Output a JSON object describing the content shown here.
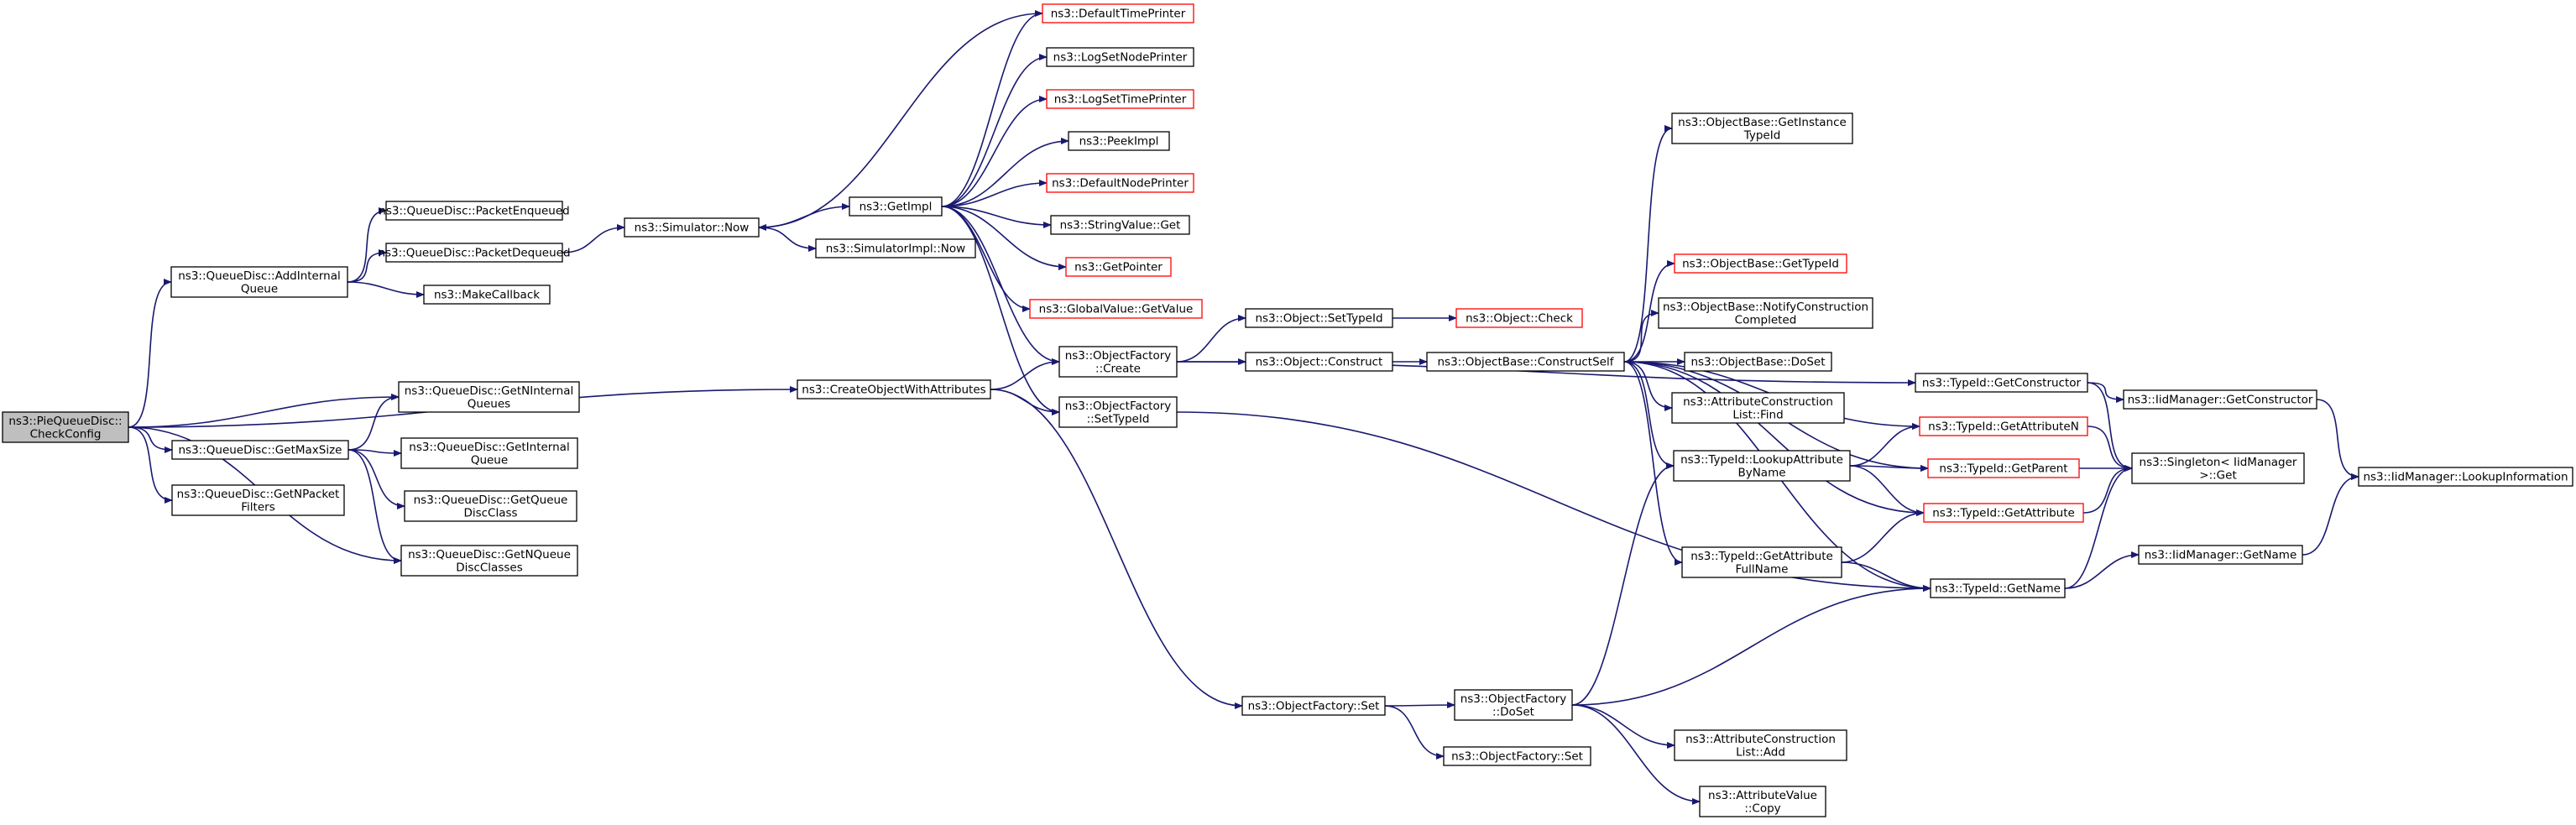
{
  "graph": {
    "nodes": [
      {
        "id": "root",
        "lines": [
          "ns3::PieQueueDisc::",
          "CheckConfig"
        ],
        "style": "root"
      },
      {
        "id": "addInternalQueue",
        "lines": [
          "ns3::QueueDisc::AddInternal",
          "Queue"
        ],
        "style": "normal"
      },
      {
        "id": "packetEnqueued",
        "lines": [
          "ns3::QueueDisc::PacketEnqueued"
        ],
        "style": "normal"
      },
      {
        "id": "packetDequeued",
        "lines": [
          "ns3::QueueDisc::PacketDequeued"
        ],
        "style": "normal"
      },
      {
        "id": "makeCallback",
        "lines": [
          "ns3::MakeCallback"
        ],
        "style": "normal"
      },
      {
        "id": "simNow",
        "lines": [
          "ns3::Simulator::Now"
        ],
        "style": "normal"
      },
      {
        "id": "simImplNow",
        "lines": [
          "ns3::SimulatorImpl::Now"
        ],
        "style": "normal"
      },
      {
        "id": "getImpl",
        "lines": [
          "ns3::GetImpl"
        ],
        "style": "normal"
      },
      {
        "id": "defaultTimePrinter",
        "lines": [
          "ns3::DefaultTimePrinter"
        ],
        "style": "red"
      },
      {
        "id": "logSetNodePrinter",
        "lines": [
          "ns3::LogSetNodePrinter"
        ],
        "style": "normal"
      },
      {
        "id": "logSetTimePrinter",
        "lines": [
          "ns3::LogSetTimePrinter"
        ],
        "style": "red"
      },
      {
        "id": "peekImpl",
        "lines": [
          "ns3::PeekImpl"
        ],
        "style": "normal"
      },
      {
        "id": "defaultNodePrinter",
        "lines": [
          "ns3::DefaultNodePrinter"
        ],
        "style": "red"
      },
      {
        "id": "stringValueGet",
        "lines": [
          "ns3::StringValue::Get"
        ],
        "style": "normal"
      },
      {
        "id": "getPointer",
        "lines": [
          "ns3::GetPointer"
        ],
        "style": "red"
      },
      {
        "id": "globalValueGetValue",
        "lines": [
          "ns3::GlobalValue::GetValue"
        ],
        "style": "red"
      },
      {
        "id": "objFactoryCreate",
        "lines": [
          "ns3::ObjectFactory",
          "::Create"
        ],
        "style": "normal"
      },
      {
        "id": "objFactorySetTypeId",
        "lines": [
          "ns3::ObjectFactory",
          "::SetTypeId"
        ],
        "style": "normal"
      },
      {
        "id": "createObjWithAttrs",
        "lines": [
          "ns3::CreateObjectWithAttributes"
        ],
        "style": "normal"
      },
      {
        "id": "getNInternalQueues",
        "lines": [
          "ns3::QueueDisc::GetNInternal",
          "Queues"
        ],
        "style": "normal"
      },
      {
        "id": "getMaxSize",
        "lines": [
          "ns3::QueueDisc::GetMaxSize"
        ],
        "style": "normal"
      },
      {
        "id": "getInternalQueue",
        "lines": [
          "ns3::QueueDisc::GetInternal",
          "Queue"
        ],
        "style": "normal"
      },
      {
        "id": "getQueueDiscClass",
        "lines": [
          "ns3::QueueDisc::GetQueue",
          "DiscClass"
        ],
        "style": "normal"
      },
      {
        "id": "getNPacketFilters",
        "lines": [
          "ns3::QueueDisc::GetNPacket",
          "Filters"
        ],
        "style": "normal"
      },
      {
        "id": "getNQueueDiscClasses",
        "lines": [
          "ns3::QueueDisc::GetNQueue",
          "DiscClasses"
        ],
        "style": "normal"
      },
      {
        "id": "objectSetTypeId",
        "lines": [
          "ns3::Object::SetTypeId"
        ],
        "style": "normal"
      },
      {
        "id": "objectConstruct",
        "lines": [
          "ns3::Object::Construct"
        ],
        "style": "normal"
      },
      {
        "id": "objectCheck",
        "lines": [
          "ns3::Object::Check"
        ],
        "style": "red"
      },
      {
        "id": "constructSelf",
        "lines": [
          "ns3::ObjectBase::ConstructSelf"
        ],
        "style": "normal"
      },
      {
        "id": "getInstanceTypeId",
        "lines": [
          "ns3::ObjectBase::GetInstance",
          "TypeId"
        ],
        "style": "normal"
      },
      {
        "id": "objBaseGetTypeId",
        "lines": [
          "ns3::ObjectBase::GetTypeId"
        ],
        "style": "red"
      },
      {
        "id": "notifyConstructionCompleted",
        "lines": [
          "ns3::ObjectBase::NotifyConstruction",
          "Completed"
        ],
        "style": "normal"
      },
      {
        "id": "objBaseDoSet",
        "lines": [
          "ns3::ObjectBase::DoSet"
        ],
        "style": "normal"
      },
      {
        "id": "attrConstructionListFind",
        "lines": [
          "ns3::AttributeConstruction",
          "List::Find"
        ],
        "style": "normal"
      },
      {
        "id": "typeIdGetConstructor",
        "lines": [
          "ns3::TypeId::GetConstructor"
        ],
        "style": "normal"
      },
      {
        "id": "typeIdGetAttributeN",
        "lines": [
          "ns3::TypeId::GetAttributeN"
        ],
        "style": "red"
      },
      {
        "id": "typeIdGetParent",
        "lines": [
          "ns3::TypeId::GetParent"
        ],
        "style": "red"
      },
      {
        "id": "typeIdGetAttribute",
        "lines": [
          "ns3::TypeId::GetAttribute"
        ],
        "style": "red"
      },
      {
        "id": "lookupAttributeByName",
        "lines": [
          "ns3::TypeId::LookupAttribute",
          "ByName"
        ],
        "style": "normal"
      },
      {
        "id": "getAttributeFullName",
        "lines": [
          "ns3::TypeId::GetAttribute",
          "FullName"
        ],
        "style": "normal"
      },
      {
        "id": "typeIdGetName",
        "lines": [
          "ns3::TypeId::GetName"
        ],
        "style": "normal"
      },
      {
        "id": "iidMgrGetConstructor",
        "lines": [
          "ns3::IidManager::GetConstructor"
        ],
        "style": "normal"
      },
      {
        "id": "singletonGet",
        "lines": [
          "ns3::Singleton< IidManager",
          " >::Get"
        ],
        "style": "normal"
      },
      {
        "id": "iidMgrGetName",
        "lines": [
          "ns3::IidManager::GetName"
        ],
        "style": "normal"
      },
      {
        "id": "lookupInformation",
        "lines": [
          "ns3::IidManager::LookupInformation"
        ],
        "style": "normal"
      },
      {
        "id": "objFactorySet",
        "lines": [
          "ns3::ObjectFactory::Set"
        ],
        "style": "normal"
      },
      {
        "id": "objFactorySet2",
        "lines": [
          "ns3::ObjectFactory::Set"
        ],
        "style": "normal"
      },
      {
        "id": "objFactoryDoSet",
        "lines": [
          "ns3::ObjectFactory",
          "::DoSet"
        ],
        "style": "normal"
      },
      {
        "id": "attrConstructionListAdd",
        "lines": [
          "ns3::AttributeConstruction",
          "List::Add"
        ],
        "style": "normal"
      },
      {
        "id": "attributeValueCopy",
        "lines": [
          "ns3::AttributeValue",
          "::Copy"
        ],
        "style": "normal"
      }
    ],
    "edges": [
      [
        "root",
        "addInternalQueue"
      ],
      [
        "root",
        "createObjWithAttrs"
      ],
      [
        "root",
        "getNInternalQueues"
      ],
      [
        "root",
        "getMaxSize"
      ],
      [
        "root",
        "getNPacketFilters"
      ],
      [
        "root",
        "getNQueueDiscClasses"
      ],
      [
        "addInternalQueue",
        "packetEnqueued"
      ],
      [
        "addInternalQueue",
        "packetDequeued"
      ],
      [
        "addInternalQueue",
        "makeCallback"
      ],
      [
        "packetDequeued",
        "simNow"
      ],
      [
        "simNow",
        "getImpl"
      ],
      [
        "simNow",
        "simImplNow"
      ],
      [
        "getImpl",
        "defaultTimePrinter"
      ],
      [
        "getImpl",
        "logSetNodePrinter"
      ],
      [
        "getImpl",
        "logSetTimePrinter"
      ],
      [
        "getImpl",
        "peekImpl"
      ],
      [
        "getImpl",
        "defaultNodePrinter"
      ],
      [
        "getImpl",
        "stringValueGet"
      ],
      [
        "getImpl",
        "getPointer"
      ],
      [
        "getImpl",
        "globalValueGetValue"
      ],
      [
        "getImpl",
        "objFactoryCreate"
      ],
      [
        "getImpl",
        "objFactorySetTypeId"
      ],
      [
        "defaultTimePrinter",
        "simNow"
      ],
      [
        "createObjWithAttrs",
        "objFactoryCreate"
      ],
      [
        "createObjWithAttrs",
        "objFactorySetTypeId"
      ],
      [
        "createObjWithAttrs",
        "objFactorySet"
      ],
      [
        "getMaxSize",
        "getNInternalQueues"
      ],
      [
        "getMaxSize",
        "getInternalQueue"
      ],
      [
        "getMaxSize",
        "getQueueDiscClass"
      ],
      [
        "getMaxSize",
        "getNQueueDiscClasses"
      ],
      [
        "objFactoryCreate",
        "objectSetTypeId"
      ],
      [
        "objFactoryCreate",
        "objectConstruct"
      ],
      [
        "objFactoryCreate",
        "typeIdGetConstructor"
      ],
      [
        "objFactorySetTypeId",
        "typeIdGetName"
      ],
      [
        "objectSetTypeId",
        "objectCheck"
      ],
      [
        "objectConstruct",
        "constructSelf"
      ],
      [
        "constructSelf",
        "getInstanceTypeId"
      ],
      [
        "constructSelf",
        "objBaseGetTypeId"
      ],
      [
        "constructSelf",
        "notifyConstructionCompleted"
      ],
      [
        "constructSelf",
        "objBaseDoSet"
      ],
      [
        "constructSelf",
        "attrConstructionListFind"
      ],
      [
        "constructSelf",
        "typeIdGetAttributeN"
      ],
      [
        "constructSelf",
        "typeIdGetParent"
      ],
      [
        "constructSelf",
        "typeIdGetAttribute"
      ],
      [
        "constructSelf",
        "lookupAttributeByName"
      ],
      [
        "constructSelf",
        "getAttributeFullName"
      ],
      [
        "constructSelf",
        "typeIdGetName"
      ],
      [
        "typeIdGetConstructor",
        "iidMgrGetConstructor"
      ],
      [
        "typeIdGetConstructor",
        "singletonGet"
      ],
      [
        "iidMgrGetConstructor",
        "lookupInformation"
      ],
      [
        "typeIdGetAttributeN",
        "singletonGet"
      ],
      [
        "typeIdGetParent",
        "singletonGet"
      ],
      [
        "typeIdGetAttribute",
        "singletonGet"
      ],
      [
        "lookupAttributeByName",
        "typeIdGetAttributeN"
      ],
      [
        "lookupAttributeByName",
        "typeIdGetParent"
      ],
      [
        "lookupAttributeByName",
        "typeIdGetAttribute"
      ],
      [
        "getAttributeFullName",
        "typeIdGetAttribute"
      ],
      [
        "getAttributeFullName",
        "typeIdGetName"
      ],
      [
        "typeIdGetName",
        "singletonGet"
      ],
      [
        "typeIdGetName",
        "iidMgrGetName"
      ],
      [
        "iidMgrGetName",
        "lookupInformation"
      ],
      [
        "objFactorySet",
        "objFactoryDoSet"
      ],
      [
        "objFactorySet",
        "objFactorySet2"
      ],
      [
        "objFactoryDoSet",
        "lookupAttributeByName"
      ],
      [
        "objFactoryDoSet",
        "typeIdGetName"
      ],
      [
        "objFactoryDoSet",
        "attrConstructionListAdd"
      ],
      [
        "objFactoryDoSet",
        "attributeValueCopy"
      ]
    ]
  }
}
